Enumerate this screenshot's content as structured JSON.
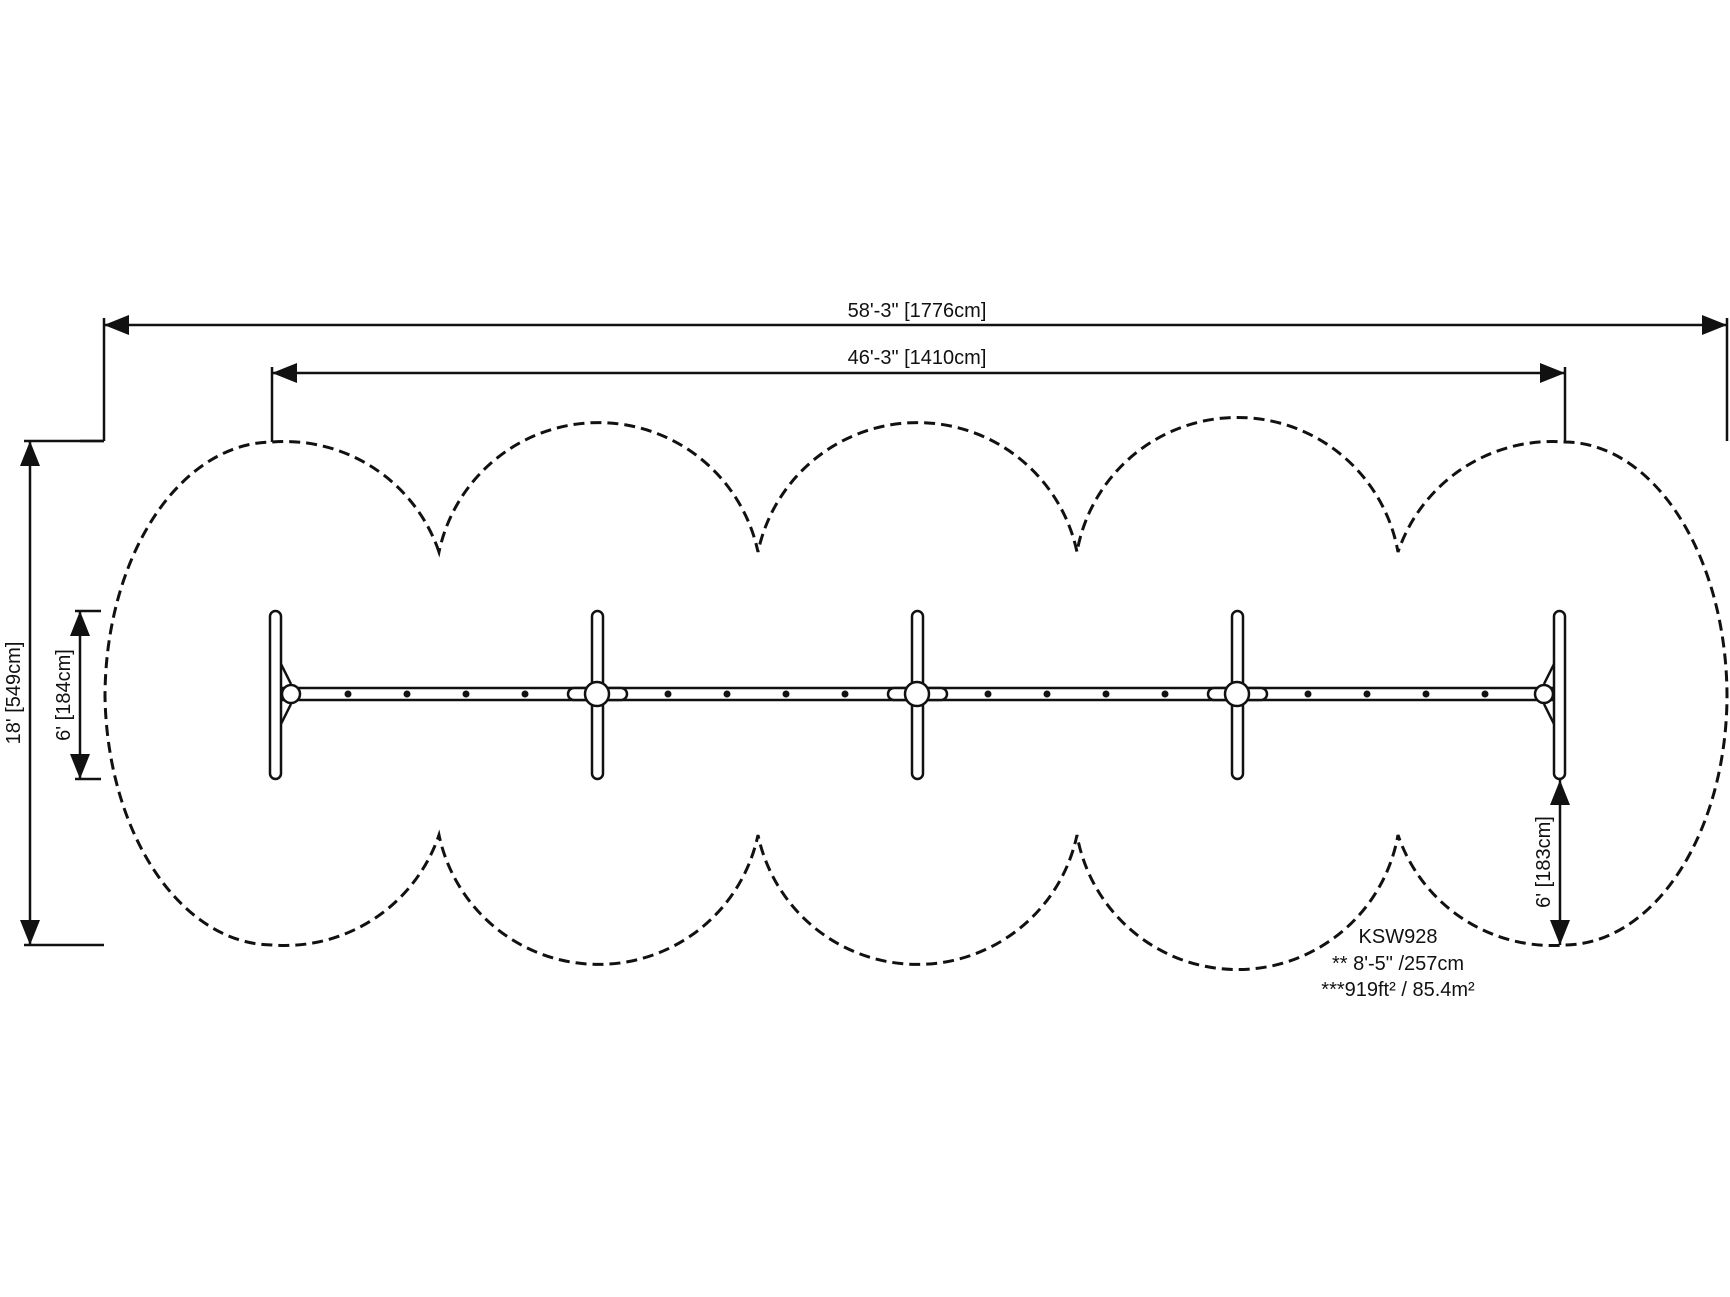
{
  "dimensions": {
    "overall_length": "58'-3\" [1776cm]",
    "post_span": "46'-3\" [1410cm]",
    "overall_width": "18' [549cm]",
    "end_foot_length": "6' [184cm]",
    "clearance": "6' [183cm]"
  },
  "info": {
    "model": "KSW928",
    "height_note": "** 8'-5\" /257cm",
    "area_note": "***919ft² / 85.4m²"
  },
  "structure": {
    "post_count": 5,
    "line_color": "#111111"
  }
}
